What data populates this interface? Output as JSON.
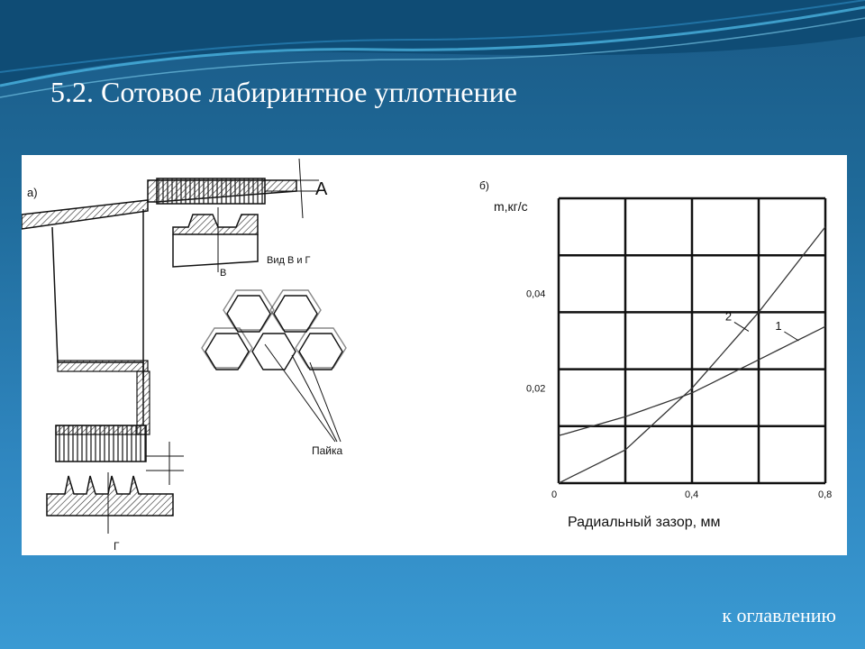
{
  "slide": {
    "title": "5.2. Сотовое лабиринтное уплотнение",
    "toc_link": "к оглавлению"
  },
  "diagram": {
    "panel_label": "а)",
    "dim_label": "А",
    "section_b": "В",
    "section_g": "Г",
    "view_label": "Вид  В и Г",
    "solder_label": "Пайка"
  },
  "chart_data": {
    "type": "line",
    "panel_label": "б)",
    "ylabel": "m,кг/с",
    "xlabel": "Радиальный   зазор, мм",
    "xlim": [
      0,
      0.8
    ],
    "ylim": [
      0,
      0.06
    ],
    "xticks": [
      "0",
      "0,4",
      "0,8"
    ],
    "yticks": [
      "0,02",
      "0,04"
    ],
    "grid": true,
    "series": [
      {
        "name": "1",
        "x": [
          0,
          0.2,
          0.4,
          0.6,
          0.8
        ],
        "y": [
          0.01,
          0.014,
          0.019,
          0.026,
          0.033
        ]
      },
      {
        "name": "2",
        "x": [
          0,
          0.2,
          0.4,
          0.6,
          0.8
        ],
        "y": [
          0.0,
          0.007,
          0.02,
          0.036,
          0.054
        ]
      }
    ]
  }
}
